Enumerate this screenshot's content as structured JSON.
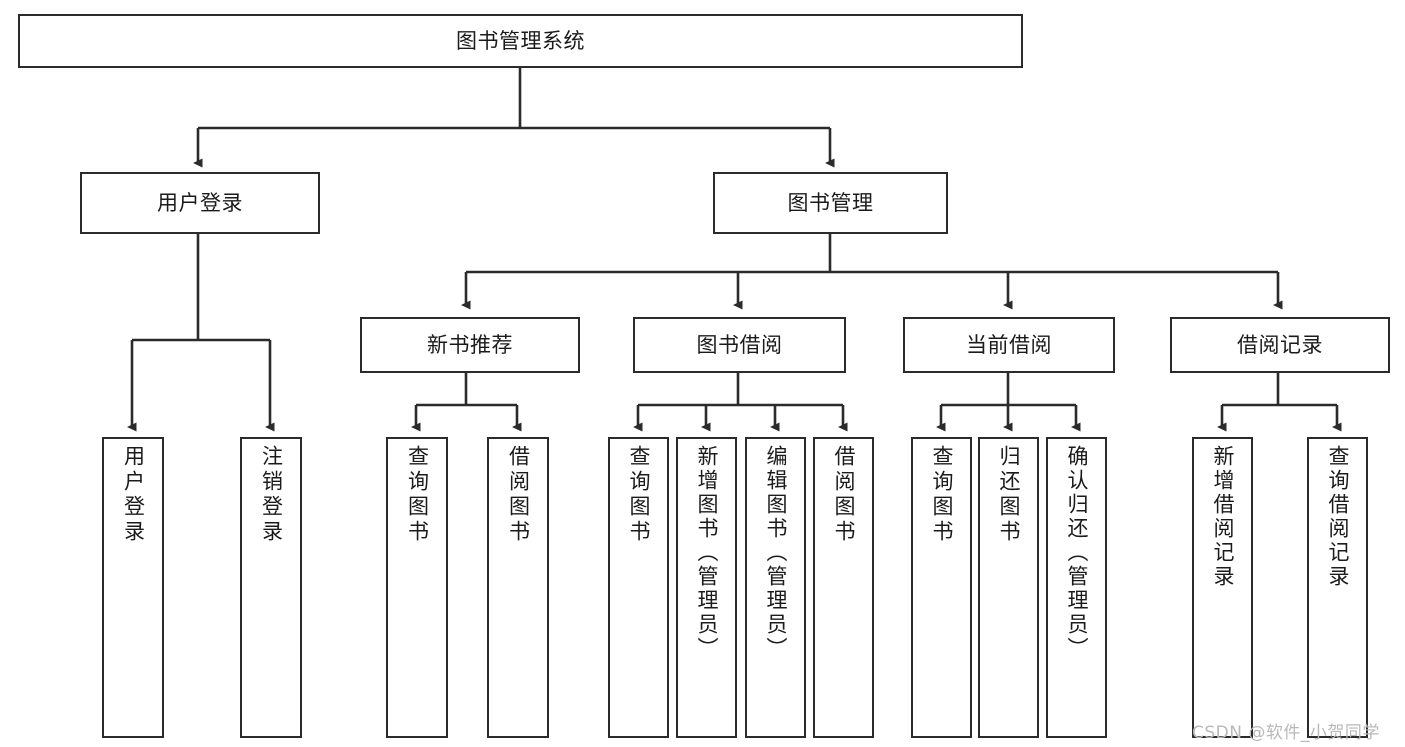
{
  "diagram": {
    "title": "图书管理系统",
    "type": "tree-hierarchy-diagram",
    "colors": {
      "box_border": "#2b2b2b",
      "box_fill": "#ffffff",
      "edge": "#2b2b2b",
      "text": "#1b1b1b",
      "watermark": "#b9b9b9",
      "background": "#ffffff"
    },
    "root": {
      "id": "root",
      "label": "图书管理系统"
    },
    "level2": [
      {
        "id": "user-login",
        "label": "用户登录"
      },
      {
        "id": "book-management",
        "label": "图书管理"
      }
    ],
    "level3": [
      {
        "id": "new-book-recommend",
        "label": "新书推荐",
        "parent": "book-management"
      },
      {
        "id": "book-borrow",
        "label": "图书借阅",
        "parent": "book-management"
      },
      {
        "id": "current-borrow",
        "label": "当前借阅",
        "parent": "book-management"
      },
      {
        "id": "borrow-record",
        "label": "借阅记录",
        "parent": "book-management"
      }
    ],
    "leaves": {
      "user_login": [
        {
          "id": "leaf-user-login",
          "label": "用户登录"
        },
        {
          "id": "leaf-logout-login",
          "label": "注销登录"
        }
      ],
      "new_book_recommend": [
        {
          "id": "leaf-query-book-1",
          "label": "查询图书"
        },
        {
          "id": "leaf-borrow-book-1",
          "label": "借阅图书"
        }
      ],
      "book_borrow": [
        {
          "id": "leaf-query-book-2",
          "label": "查询图书"
        },
        {
          "id": "leaf-add-book",
          "label": "新增图书（管理员）"
        },
        {
          "id": "leaf-edit-book",
          "label": "编辑图书（管理员）"
        },
        {
          "id": "leaf-borrow-book-2",
          "label": "借阅图书"
        }
      ],
      "current_borrow": [
        {
          "id": "leaf-query-book-3",
          "label": "查询图书"
        },
        {
          "id": "leaf-return-book",
          "label": "归还图书"
        },
        {
          "id": "leaf-confirm-return",
          "label": "确认归还（管理员）"
        }
      ],
      "borrow_record": [
        {
          "id": "leaf-add-record",
          "label": "新增借阅记录"
        },
        {
          "id": "leaf-query-record",
          "label": "查询借阅记录"
        }
      ]
    },
    "watermark": "CSDN @软件_小贺同学"
  }
}
